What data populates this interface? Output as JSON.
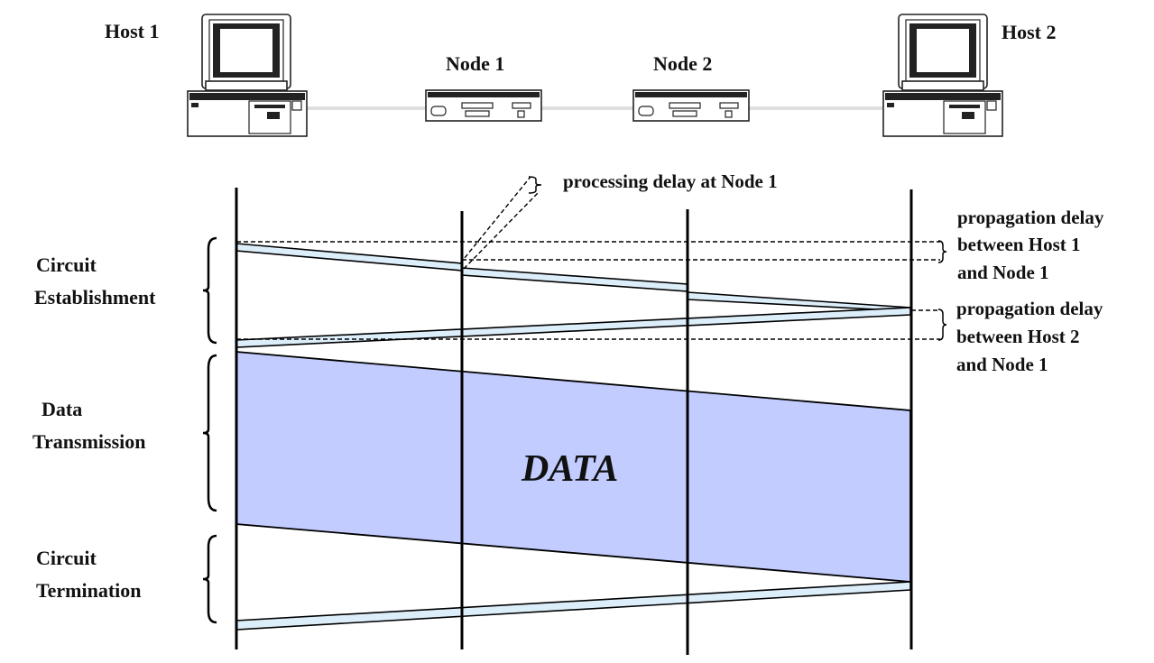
{
  "devices": {
    "host1": "Host 1",
    "node1": "Node 1",
    "node2": "Node 2",
    "host2": "Host 2"
  },
  "phases": {
    "establishment_line1": "Circuit",
    "establishment_line2": "Establishment",
    "transmission_line1": "Data",
    "transmission_line2": "Transmission",
    "termination_line1": "Circuit",
    "termination_line2": "Termination"
  },
  "annotations": {
    "processing_delay": "processing delay at Node 1",
    "prop1_line1": "propagation delay",
    "prop1_line2": "between Host 1",
    "prop1_line3": "and Node 1",
    "prop2_line1": "propagation delay",
    "prop2_line2": "between Host 2",
    "prop2_line3": "and Node 1"
  },
  "data_label": "DATA",
  "colors": {
    "signal_band": "#dceefa",
    "data_band": "#c3ccff"
  }
}
